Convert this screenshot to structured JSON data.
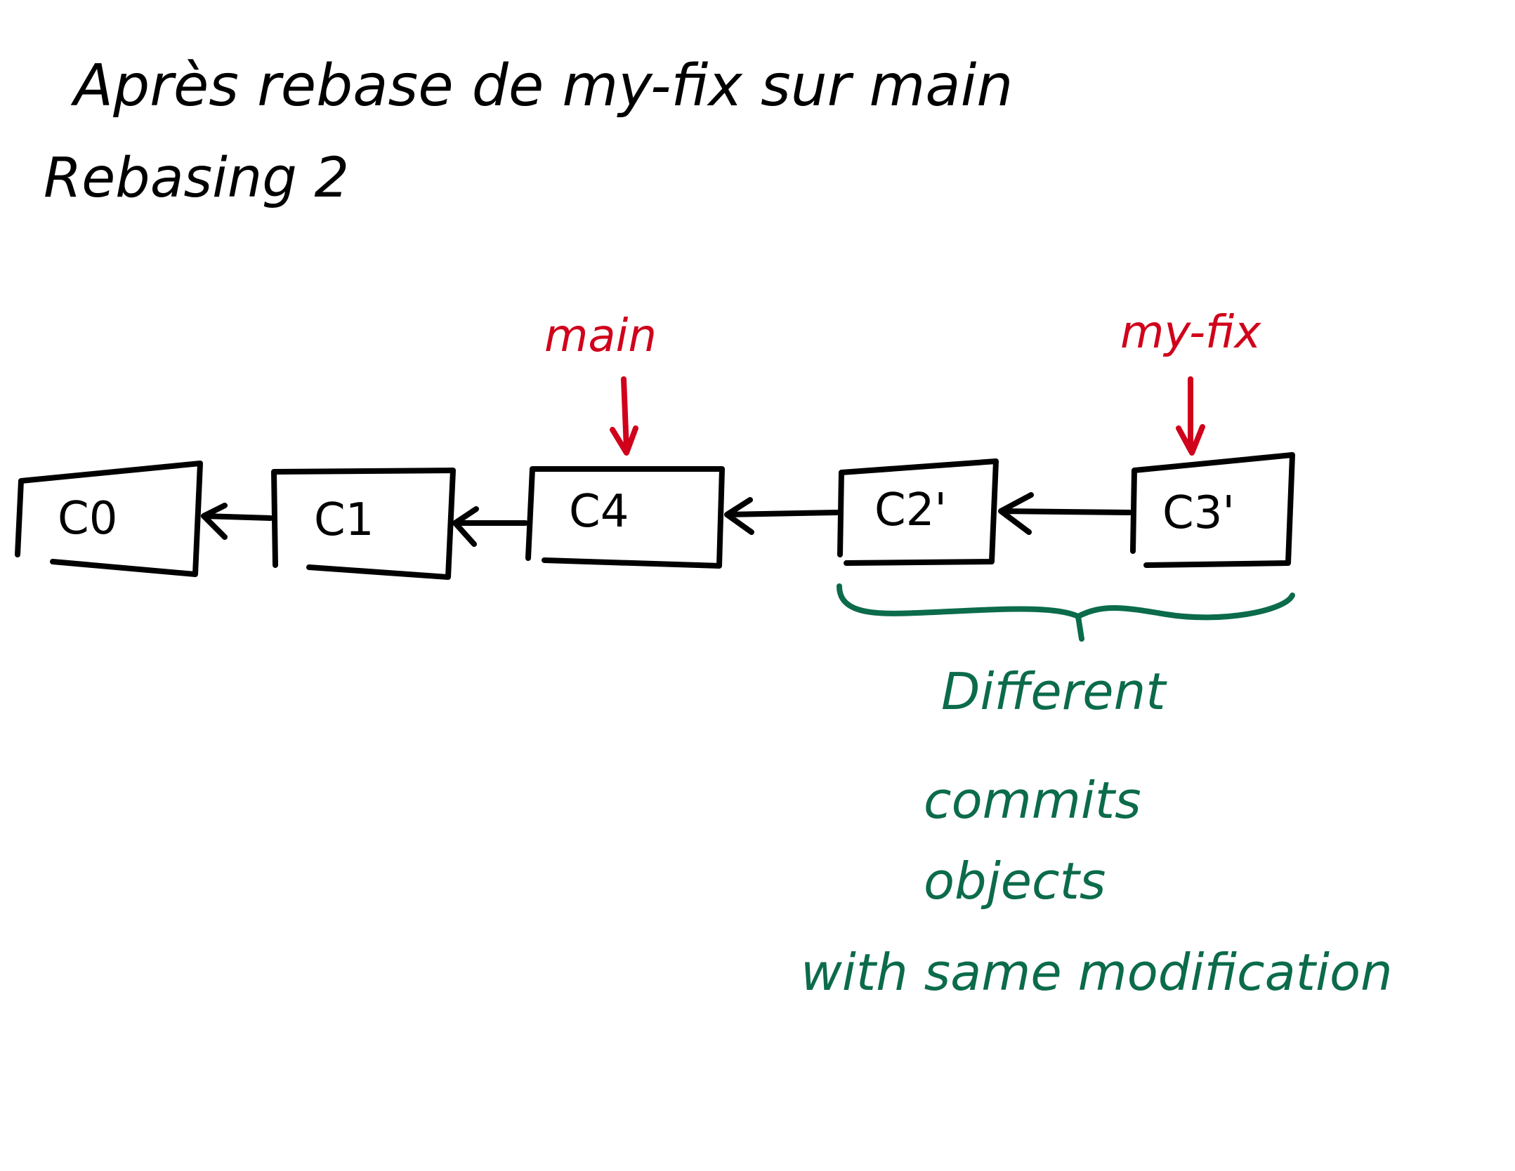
{
  "title": "Après rebase de my-fix sur main",
  "subtitle": "Rebasing 2",
  "colors": {
    "ink": "#000000",
    "branch": "#d0021b",
    "note": "#0b6b4b"
  },
  "commits": [
    {
      "id": "c0",
      "label": "C0"
    },
    {
      "id": "c1",
      "label": "C1"
    },
    {
      "id": "c4",
      "label": "C4"
    },
    {
      "id": "c2p",
      "label": "C2'"
    },
    {
      "id": "c3p",
      "label": "C3'"
    }
  ],
  "branches": {
    "main": "main",
    "my_fix": "my-fix"
  },
  "note": {
    "lines": [
      "Different",
      "commits",
      "objects",
      "with same modification"
    ]
  }
}
